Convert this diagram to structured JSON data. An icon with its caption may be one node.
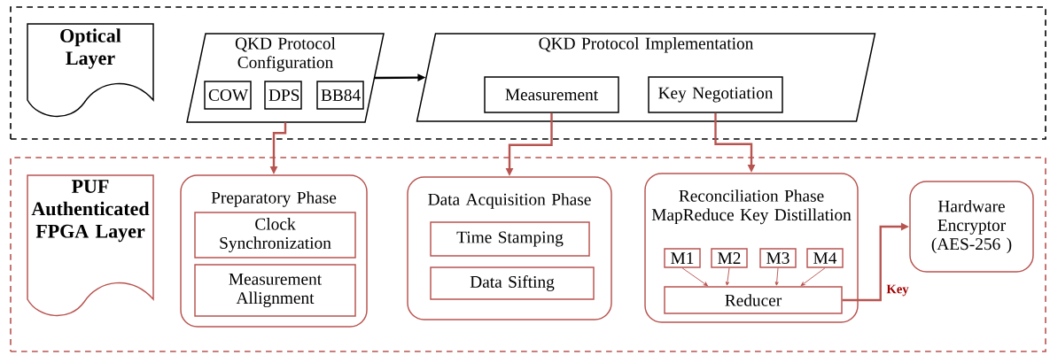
{
  "diagram": {
    "nodes": [
      {
        "text": [],
        "shape": "box"
      },
      {
        "text": [
          "Optical Layer"
        ],
        "in": 0
      },
      {
        "text": [
          "QKD Protocol Configuration"
        ],
        "in": 0
      },
      {
        "text": [
          "COW"
        ],
        "in": 2
      },
      {
        "text": [
          "DPS"
        ],
        "in": 2
      },
      {
        "text": [
          "BB84"
        ],
        "in": 2
      },
      {
        "text": [
          "QKD Protocol Implementation"
        ],
        "in": 0
      },
      {
        "text": [
          "Measurement"
        ],
        "in": 6
      },
      {
        "text": [
          "Key Negotiation"
        ],
        "in": 6
      },
      {
        "text": [],
        "shape": "box"
      },
      {
        "text": [
          "PUF Authenticated FPGA Layer"
        ],
        "in": 9
      },
      {
        "text": [
          "Preparatory Phase"
        ],
        "in": 9
      },
      {
        "text": [
          "Clock Synchronization"
        ],
        "in": 11
      },
      {
        "text": [
          "Measurement Allignment"
        ],
        "in": 11
      },
      {
        "text": [
          "Data Acquisition Phase"
        ],
        "in": 9
      },
      {
        "text": [
          "Time Stamping"
        ],
        "in": 14
      },
      {
        "text": [
          "Data Sifting"
        ],
        "in": 14
      },
      {
        "text": [
          "Reconciliation Phase",
          "MapReduce Key Distillation"
        ],
        "in": 9
      },
      {
        "text": [
          "M1"
        ],
        "in": 17
      },
      {
        "text": [
          "M2"
        ],
        "in": 17
      },
      {
        "text": [
          "M3"
        ],
        "in": 17
      },
      {
        "text": [
          "M4"
        ],
        "in": 17
      },
      {
        "text": [
          "Reducer"
        ],
        "in": 17
      },
      {
        "text": [
          "Hardware Encryptor (AES-256 )"
        ],
        "in": 9
      }
    ],
    "edges": [
      {
        "from": 2,
        "to": 6,
        "arrow": "to",
        "color": "#000000"
      },
      {
        "from": 2,
        "to": 11,
        "arrow": "to"
      },
      {
        "from": 7,
        "to": 14,
        "arrow": "to"
      },
      {
        "from": 8,
        "to": 17,
        "arrow": "to"
      },
      {
        "from": 18,
        "to": 22,
        "arrow": "to"
      },
      {
        "from": 19,
        "to": 22,
        "arrow": "to"
      },
      {
        "from": 20,
        "to": 22,
        "arrow": "to"
      },
      {
        "from": 21,
        "to": 22,
        "arrow": "to"
      },
      {
        "from": 22,
        "to": 23,
        "arrow": "to",
        "label": "Key"
      }
    ]
  }
}
